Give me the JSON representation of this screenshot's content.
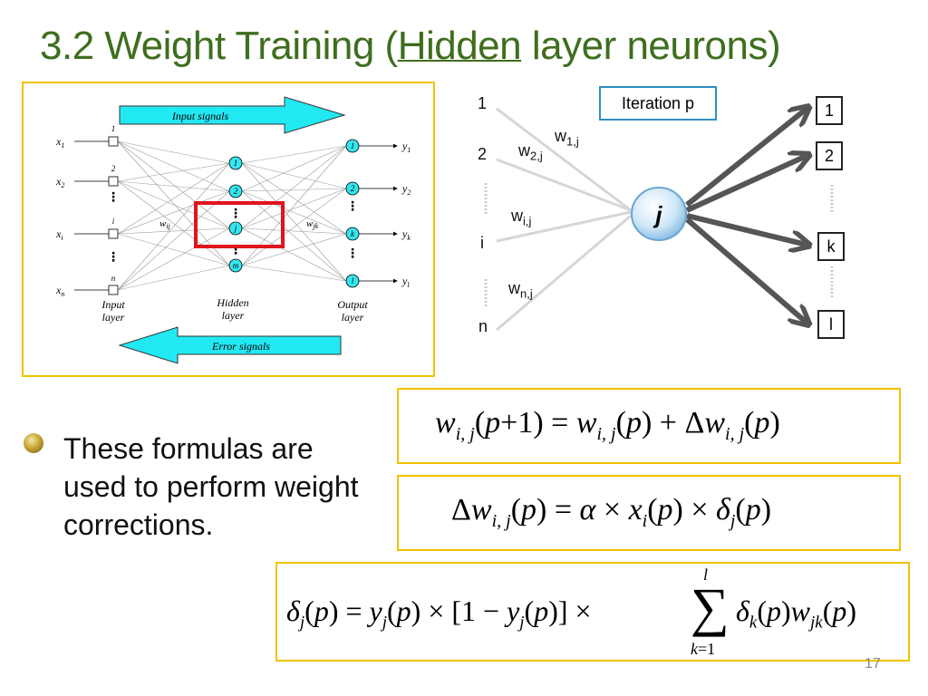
{
  "title": {
    "prefix": "3.2 Weight Training (",
    "underlined": "Hidden",
    "suffix": " layer neurons)"
  },
  "network_figure": {
    "input_signals": "Input signals",
    "error_signals": "Error signals",
    "input_layer": [
      "Input",
      "layer"
    ],
    "hidden_layer": [
      "Hidden",
      "layer"
    ],
    "output_layer": [
      "Output",
      "layer"
    ],
    "inputs": [
      "x",
      "x",
      "x",
      "x"
    ],
    "input_subs": [
      "1",
      "2",
      "i",
      "n"
    ],
    "input_node_labels": [
      "1",
      "2",
      "i",
      "n"
    ],
    "hidden_nodes": [
      "1",
      "2",
      "j",
      "m"
    ],
    "output_nodes": [
      "1",
      "2",
      "k",
      "l"
    ],
    "outputs": [
      "y",
      "y",
      "y",
      "y"
    ],
    "output_subs": [
      "1",
      "2",
      "k",
      "l"
    ],
    "w_ij": "w",
    "w_ij_sub": "ij",
    "w_jk": "w",
    "w_jk_sub": "jk",
    "highlight_color": "#e0141c",
    "node_color": "#33e6ef"
  },
  "neuron_diagram": {
    "iteration_label": "Iteration p",
    "inputs": [
      "1",
      "2",
      "i",
      "n"
    ],
    "neuron": "j",
    "outputs": [
      "1",
      "2",
      "k",
      "l"
    ],
    "weights": [
      {
        "w": "w",
        "sub": "1,j"
      },
      {
        "w": "w",
        "sub": "2,j"
      },
      {
        "w": "w",
        "sub": "i,j"
      },
      {
        "w": "w",
        "sub": "n,j"
      }
    ]
  },
  "bullet": "These formulas are used to perform weight corrections.",
  "page_number": "17",
  "border_color": "#f2c200",
  "title_color": "#3f6e1e"
}
